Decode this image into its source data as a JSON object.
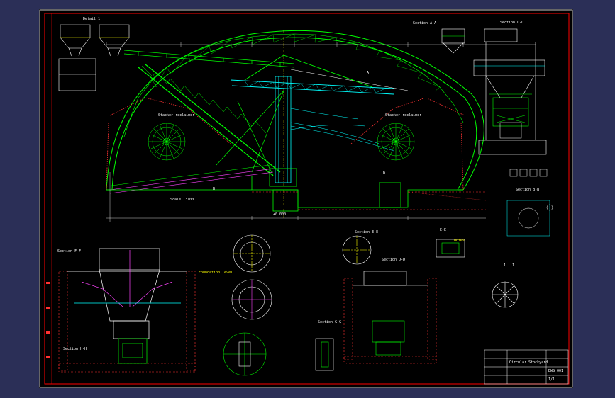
{
  "sheet": {
    "background": "#000000",
    "outer_background": "#2b2f57",
    "frame_color": "#ff0000",
    "colors": {
      "structure": "#00ff00",
      "dims": "#ffffff",
      "notes": "#ffff00",
      "cyan": "#00ffff",
      "magenta": "#ff44ff",
      "hatch": "#ff3333"
    }
  },
  "labels": {
    "detail_1": "Detail 1",
    "section_aa": "Section A-A",
    "section_cc": "Section C-C",
    "section_bb": "Section B-B",
    "section_ff": "Section F-F",
    "section_hh": "Section H-H",
    "section_gg": "Section G-G",
    "section_ee": "Section E-E",
    "section_dd": "Section D-D",
    "view_e": "E-E",
    "scale_1": "1 : 1",
    "view_left": "Stacker-reclaimer",
    "view_right": "Stacker-reclaimer",
    "scale_note_1": "Scale 1:100",
    "notes_title": "Notes",
    "foundation_note": "Foundation level",
    "ground_level": "±0.000",
    "a_marker": "A",
    "b_marker": "B",
    "d_marker": "D"
  },
  "titleblock": {
    "title": "Circular Stockyard",
    "drawing_no": "DWG 001",
    "sheet": "1/1"
  }
}
